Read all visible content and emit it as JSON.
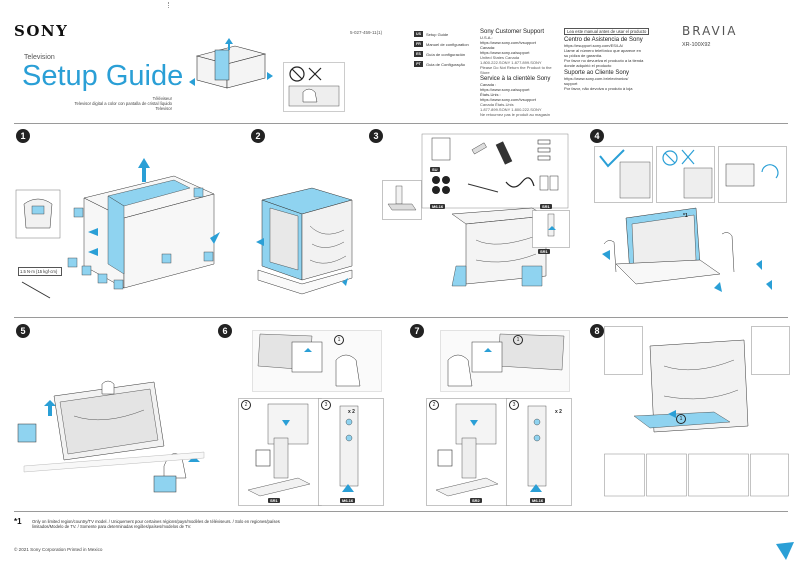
{
  "header": {
    "brand": "SONY",
    "product_type": "Television",
    "title": "Setup Guide",
    "subtitles": [
      "Téléviseur",
      "Televisor digital a color con pantalla de cristal líquido",
      "Televisor"
    ],
    "model_code": "5-027-459-11(1)",
    "languages": [
      {
        "code": "US",
        "label": "Setup Guide"
      },
      {
        "code": "FR",
        "label": "Manuel de configuration"
      },
      {
        "code": "ES",
        "label": "Guía de configuración"
      },
      {
        "code": "PT",
        "label": "Guia de Configuração"
      }
    ],
    "support_us": {
      "title": "Sony Customer Support",
      "lines": [
        "U.S.A.:",
        "https://www.sony.com/tvsupport",
        "Canada:",
        "https://www.sony.ca/support",
        "United States  Canada",
        "1.800.222.SONY    1.877.899.SONY",
        "Please Do Not Return the Product to the Store"
      ]
    },
    "support_fr": {
      "title": "Service à la clientèle Sony",
      "lines": [
        "Canada :",
        "https://www.sony.ca/support",
        "États-Unis :",
        "https://www.sony.com/tvsupport",
        "Canada   États-Unis",
        "1.877.899.SONY    1.800.222.SONY",
        "Ne retournez pas le produit au magasin"
      ]
    },
    "read_note": "Lea este manual antes de usar el producto",
    "support_es": {
      "title": "Centro de Asistencia de Sony",
      "lines": [
        "https://esupport.sony.com/ES/LA/",
        "Llame al número telefónico que aparece en",
        "su póliza de garantía.",
        "Por favor no devuelva el producto a la tienda",
        "donde adquirió el producto"
      ]
    },
    "support_pt": {
      "title": "Suporte ao Cliente Sony",
      "lines": [
        "https://www.sony.com.br/electronics/",
        "support",
        "Por favor, não devolva o produto à loja"
      ]
    },
    "series": "BRAVIA",
    "model": "XR-100X92"
  },
  "steps": [
    {
      "num": "1",
      "torque": "1.5 N·m {15 kgf·cm}"
    },
    {
      "num": "2"
    },
    {
      "num": "3",
      "tags": [
        "SU",
        "M6.16",
        "CA",
        "SR1"
      ]
    },
    {
      "num": "4",
      "note_mark": "*1"
    },
    {
      "num": "5"
    },
    {
      "num": "6",
      "substeps": [
        "1",
        "2",
        "3"
      ],
      "count": "x 2",
      "tags": [
        "SR1",
        "M6.16"
      ]
    },
    {
      "num": "7",
      "substeps": [
        "1",
        "2",
        "3"
      ],
      "count": "x 2",
      "tags": [
        "SR2",
        "M6.16"
      ]
    },
    {
      "num": "8",
      "substeps": [
        "1"
      ]
    }
  ],
  "footer": {
    "note_mark": "*1",
    "note_text": "Only on limited region/country/TV model. / Uniquement pour certaines régions/pays/modèles de téléviseurs. / Solo en regiones/países limitados/Modelo de TV. / Somente para determinadas regiões/países/modelos de TV.",
    "copyright": "© 2021 Sony Corporation   Printed in Mexico"
  },
  "colors": {
    "accent": "#2a9fd6",
    "panel_blue": "#8fd3f0",
    "ink": "#222222",
    "line": "#9a9a9a"
  }
}
